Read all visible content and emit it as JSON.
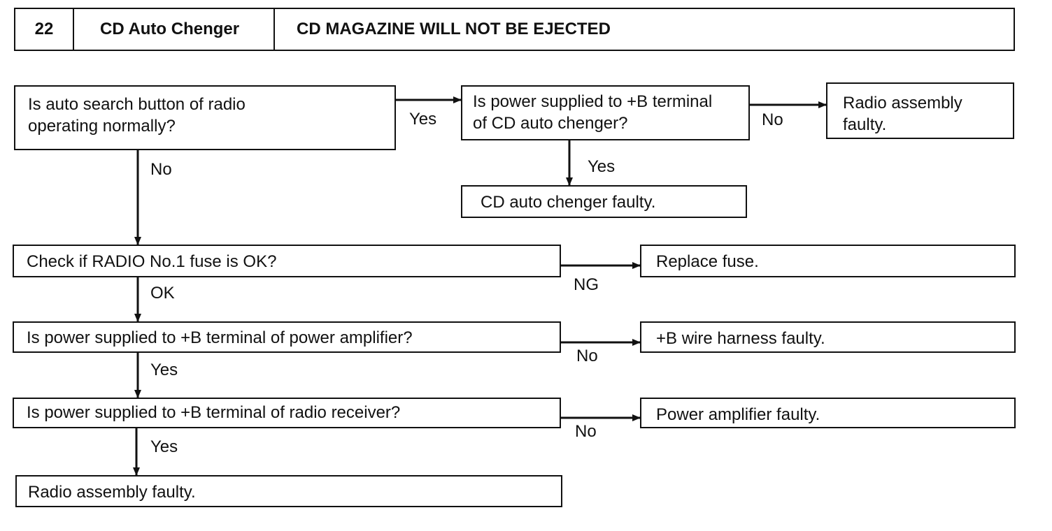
{
  "header": {
    "number": "22",
    "section": "CD Auto Chenger",
    "title": "CD MAGAZINE WILL NOT BE EJECTED"
  },
  "nodes": {
    "q_auto_search": [
      "Is auto search button of radio",
      "operating normally?"
    ],
    "q_power_cd": [
      "Is power supplied to +B terminal",
      "of CD auto chenger?"
    ],
    "r_radio_assembly_top": [
      "Radio assembly",
      "faulty."
    ],
    "r_cd_changer": "CD auto chenger faulty.",
    "q_fuse": "Check if RADIO No.1 fuse is OK?",
    "r_replace_fuse": "Replace fuse.",
    "q_power_amp": "Is power supplied to +B terminal of power amplifier?",
    "r_wire_harness": "+B wire harness faulty.",
    "q_power_receiver": "Is power supplied to +B terminal of radio receiver?",
    "r_power_amp": "Power amplifier faulty.",
    "r_radio_assembly_bottom": "Radio assembly faulty."
  },
  "edge_labels": {
    "auto_search_yes": "Yes",
    "auto_search_no": "No",
    "power_cd_no": "No",
    "power_cd_yes": "Yes",
    "fuse_ng": "NG",
    "fuse_ok": "OK",
    "power_amp_no": "No",
    "power_amp_yes": "Yes",
    "power_receiver_no": "No",
    "power_receiver_yes": "Yes"
  }
}
